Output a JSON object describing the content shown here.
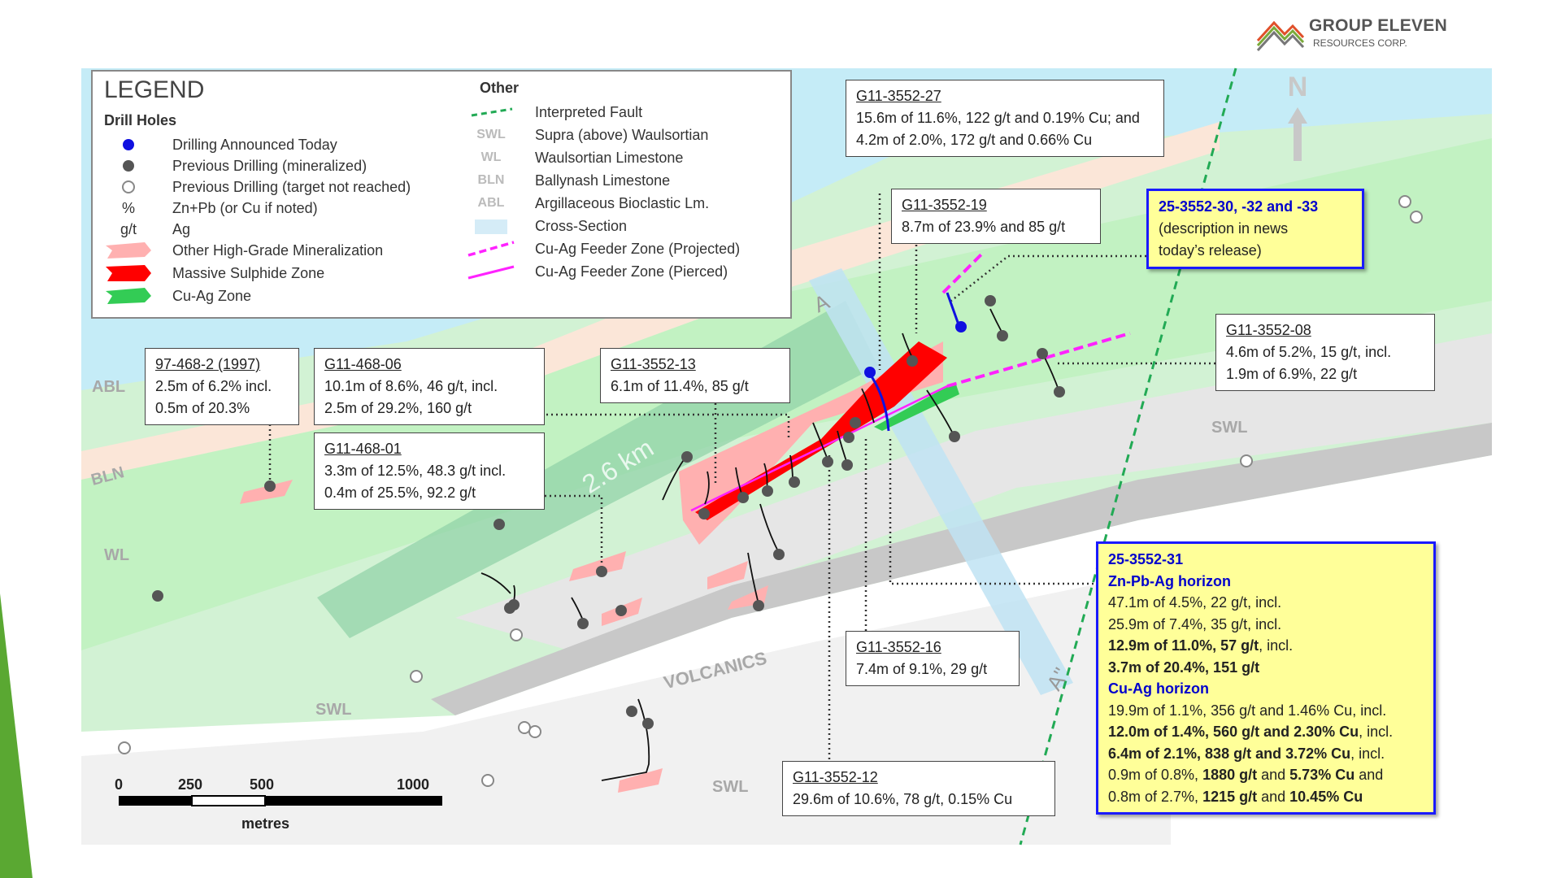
{
  "company": {
    "name": "GROUP ELEVEN",
    "sub": "RESOURCES CORP."
  },
  "north": "N",
  "legend": {
    "title": "LEGEND",
    "drill_heading": "Drill Holes",
    "drill_items": [
      "Drilling Announced Today",
      "Previous Drilling (mineralized)",
      "Previous Drilling (target not reached)",
      "Zn+Pb (or Cu if noted)",
      "Ag",
      "Other High-Grade Mineralization",
      "Massive Sulphide Zone",
      "Cu-Ag Zone"
    ],
    "symbols": {
      "pct": "%",
      "gpt": "g/t"
    },
    "other_heading": "Other",
    "other_items": [
      {
        "abbr": "",
        "label": "Interpreted Fault"
      },
      {
        "abbr": "SWL",
        "label": "Supra (above) Waulsortian"
      },
      {
        "abbr": "WL",
        "label": "Waulsortian Limestone"
      },
      {
        "abbr": "BLN",
        "label": "Ballynash Limestone"
      },
      {
        "abbr": "ABL",
        "label": "Argillaceous Bioclastic Lm."
      },
      {
        "abbr": "",
        "label": "Cross-Section"
      },
      {
        "abbr": "",
        "label": "Cu-Ag Feeder Zone (Projected)"
      },
      {
        "abbr": "",
        "label": "Cu-Ag Feeder Zone (Pierced)"
      }
    ]
  },
  "callouts": {
    "c27": {
      "head": "G11-3552-27",
      "l1": "15.6m of 11.6%, 122 g/t and 0.19% Cu; and",
      "l2": "4.2m of 2.0%, 172 g/t and 0.66% Cu"
    },
    "c19": {
      "head": "G11-3552-19",
      "l1": "8.7m of 23.9% and 85 g/t"
    },
    "c30": {
      "head": "25-3552-30, -32 and -33",
      "l1": "(description in news",
      "l2": "today’s release)"
    },
    "c08": {
      "head": "G11-3552-08",
      "l1": "4.6m of 5.2%, 15 g/t, incl.",
      "l2": "1.9m of 6.9%, 22 g/t"
    },
    "c97": {
      "head": "97-468-2 (1997)",
      "l1": "2.5m of 6.2% incl.",
      "l2": "0.5m of 20.3%"
    },
    "c06": {
      "head": "G11-468-06",
      "l1": "10.1m of 8.6%, 46 g/t, incl.",
      "l2": "2.5m of 29.2%, 160 g/t"
    },
    "c13": {
      "head": "G11-3552-13",
      "l1": "6.1m of 11.4%, 85 g/t"
    },
    "c01": {
      "head": "G11-468-01",
      "l1": "3.3m of 12.5%, 48.3 g/t incl.",
      "l2": "0.4m of 25.5%, 92.2 g/t"
    },
    "c16": {
      "head": "G11-3552-16",
      "l1": "7.4m of 9.1%, 29 g/t"
    },
    "c12": {
      "head": "G11-3552-12",
      "l1": "29.6m of 10.6%, 78 g/t, 0.15% Cu"
    },
    "c31": {
      "head": "25-3552-31",
      "h1": "Zn-Pb-Ag horizon",
      "l1": "47.1m of 4.5%, 22 g/t, incl.",
      "l2": "25.9m of 7.4%, 35 g/t, incl.",
      "l3b": "12.9m of 11.0%, 57 g/t",
      "l3": ", incl.",
      "l4b": "3.7m of 20.4%, 151 g/t",
      "h2": "Cu-Ag horizon",
      "l5": "19.9m of 1.1%, 356 g/t and 1.46% Cu, incl.",
      "l6b": "12.0m of 1.4%, 560 g/t and 2.30% Cu",
      "l6": ", incl.",
      "l7b": "6.4m of 2.1%, 838 g/t and 3.72% Cu",
      "l7": ", incl.",
      "l8a": "0.9m of 0.8%, ",
      "l8b": "1880 g/t",
      "l8c": " and ",
      "l8d": "5.73% Cu",
      "l8e": " and",
      "l9a": "0.8m of 2.7%, ",
      "l9b": "1215 g/t",
      "l9c": " and ",
      "l9d": "10.45% Cu"
    }
  },
  "map_labels": {
    "abl": "ABL",
    "bln": "BLN",
    "wl": "WL",
    "swl1": "SWL",
    "swl2": "SWL",
    "swl3": "SWL",
    "volcanics": "VOLCANICS",
    "dist": "2.6 km",
    "a": "A",
    "a2": "A\""
  },
  "scale": {
    "t0": "0",
    "t1": "250",
    "t2": "500",
    "t3": "1000",
    "units": "metres"
  },
  "colors": {
    "today": "#1010e0",
    "previous": "#555555",
    "massive": "#ff0000",
    "high_grade": "#ffb0b0",
    "cu_ag": "#33cc55",
    "fault": "#22aa55",
    "feeder": "#ff22ff",
    "highlight_box": "#ffff99"
  }
}
